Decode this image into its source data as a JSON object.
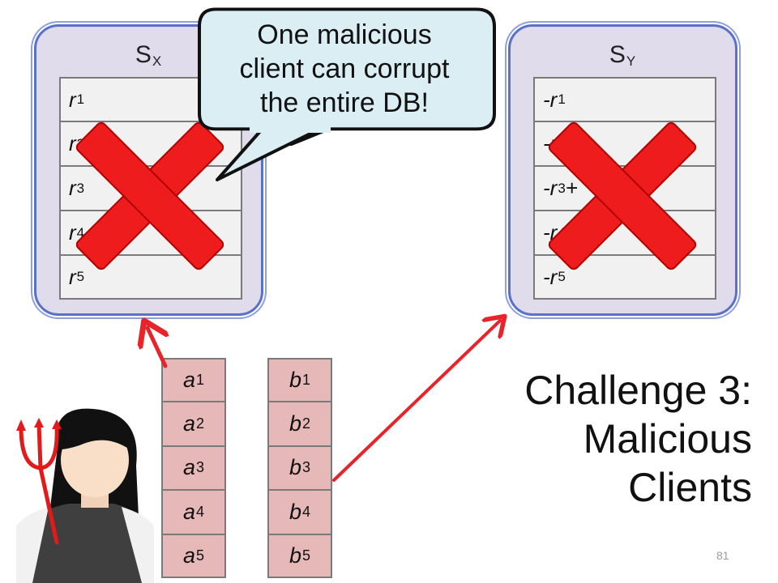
{
  "servers": {
    "sx": {
      "label": "S",
      "subscript": "X",
      "rows": [
        {
          "prefix": "r",
          "sub": "1"
        },
        {
          "prefix": "r",
          "sub": "2"
        },
        {
          "prefix": "r",
          "sub": "3"
        },
        {
          "prefix": "r",
          "sub": "4"
        },
        {
          "prefix": "r",
          "sub": "5"
        }
      ]
    },
    "sy": {
      "label": "S",
      "subscript": "Y",
      "rows": [
        {
          "prefix": "-r",
          "sub": "1"
        },
        {
          "prefix": "-r",
          "sub": "2"
        },
        {
          "prefix": "-r",
          "sub": "3",
          "suffix": "+"
        },
        {
          "prefix": "-r",
          "sub": "4"
        },
        {
          "prefix": "-r",
          "sub": "5"
        }
      ]
    }
  },
  "callout": {
    "line1": "One malicious",
    "line2": "client can corrupt",
    "line3": "the entire DB!"
  },
  "shares": {
    "a": {
      "rows": [
        {
          "prefix": "a",
          "sub": "1"
        },
        {
          "prefix": "a",
          "sub": "2"
        },
        {
          "prefix": "a",
          "sub": "3"
        },
        {
          "prefix": "a",
          "sub": "4"
        },
        {
          "prefix": "a",
          "sub": "5"
        }
      ]
    },
    "b": {
      "rows": [
        {
          "prefix": "b",
          "sub": "1"
        },
        {
          "prefix": "b",
          "sub": "2"
        },
        {
          "prefix": "b",
          "sub": "3"
        },
        {
          "prefix": "b",
          "sub": "4"
        },
        {
          "prefix": "b",
          "sub": "5"
        }
      ]
    }
  },
  "challenge": {
    "line1": "Challenge 3:",
    "line2": "Malicious",
    "line3": "Clients"
  },
  "page_number": "81",
  "colors": {
    "server_fill": "#e1dcec",
    "server_border": "#5a70c9",
    "x_mark": "#ee1c1c",
    "share_fill": "#e6b8b7",
    "callout_fill": "#dbeef4",
    "arrow": "#e8242a"
  },
  "icons": {
    "x_mark": "red-x-icon",
    "avatar": "malicious-client-icon",
    "pitchfork": "pitchfork-icon"
  }
}
